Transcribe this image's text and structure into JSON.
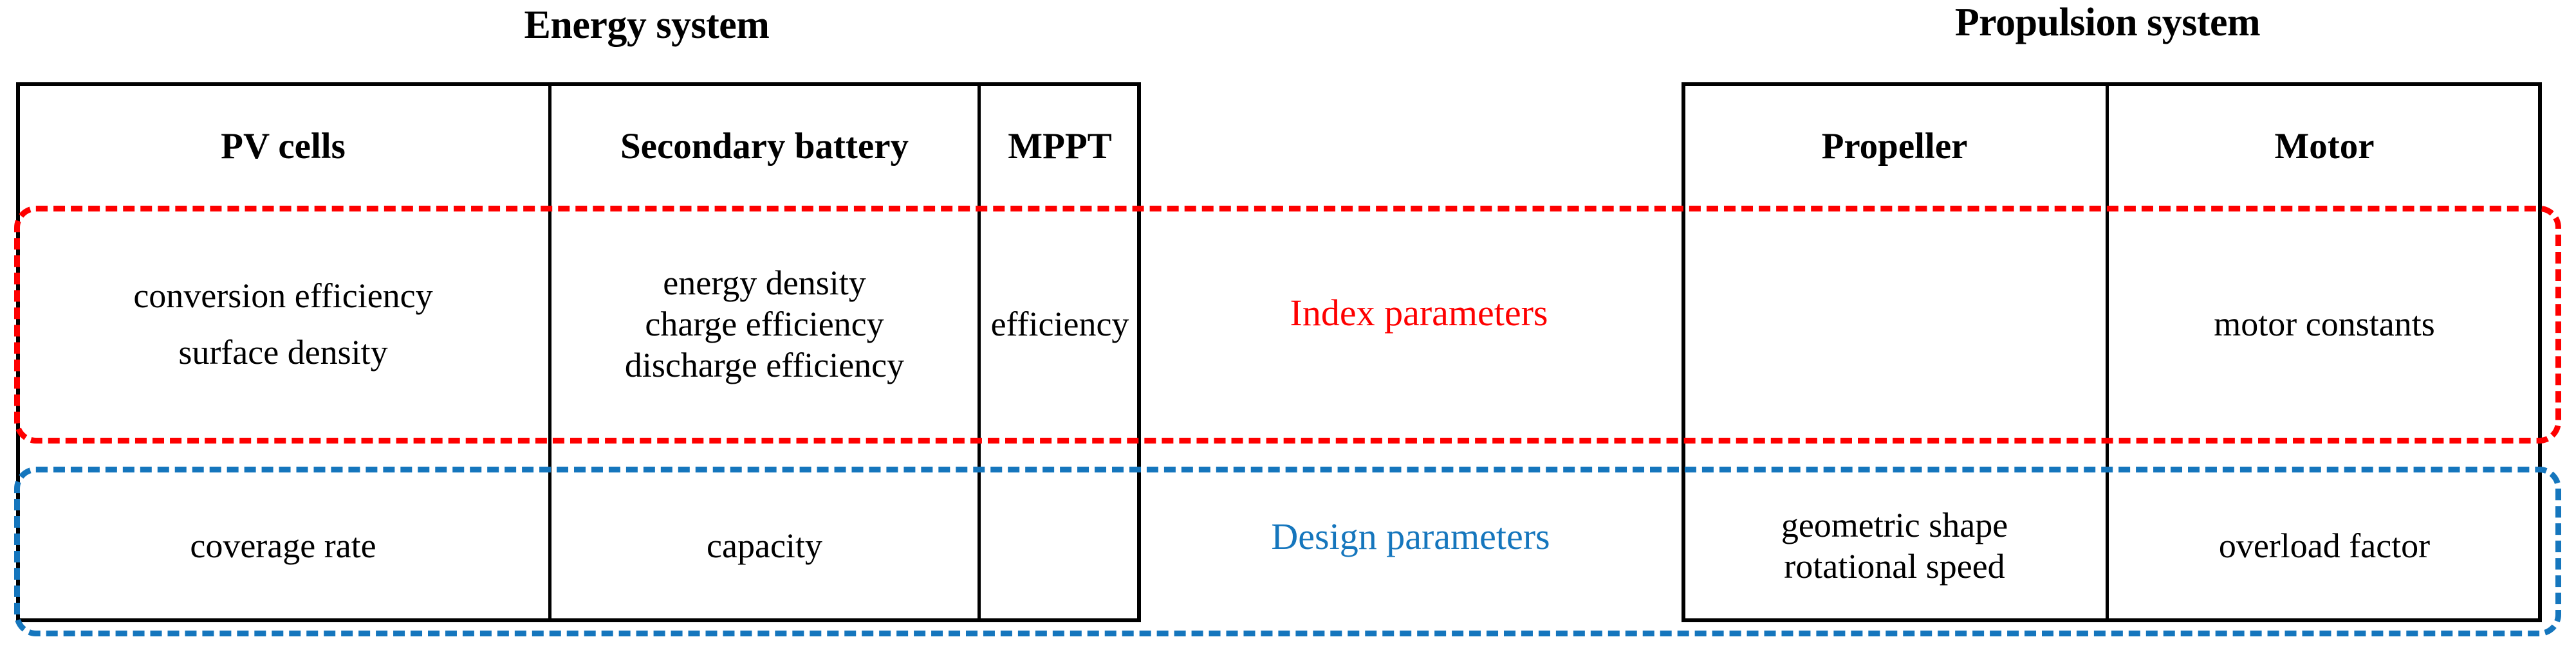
{
  "titles": {
    "energy_system": "Energy system",
    "propulsion_system": "Propulsion system"
  },
  "band_labels": {
    "index": "Index parameters",
    "design": "Design parameters"
  },
  "colors": {
    "index_red": "#FE0000",
    "design_blue": "#1576BD",
    "table_border": "#000000",
    "text": "#000000",
    "background": "#FFFFFF"
  },
  "energy_system": {
    "columns": [
      {
        "header": "PV cells",
        "index_parameters": [
          "conversion efficiency",
          "surface density"
        ],
        "design_parameters": [
          "coverage rate"
        ]
      },
      {
        "header": "Secondary battery",
        "index_parameters": [
          "energy density",
          "charge efficiency",
          "discharge efficiency"
        ],
        "design_parameters": [
          "capacity"
        ]
      },
      {
        "header": "MPPT",
        "index_parameters": [
          "efficiency"
        ],
        "design_parameters": []
      }
    ]
  },
  "propulsion_system": {
    "columns": [
      {
        "header": "Propeller",
        "index_parameters": [],
        "design_parameters": [
          "geometric shape",
          "rotational speed"
        ]
      },
      {
        "header": "Motor",
        "index_parameters": [
          "motor constants"
        ],
        "design_parameters": [
          "overload factor"
        ]
      }
    ]
  }
}
